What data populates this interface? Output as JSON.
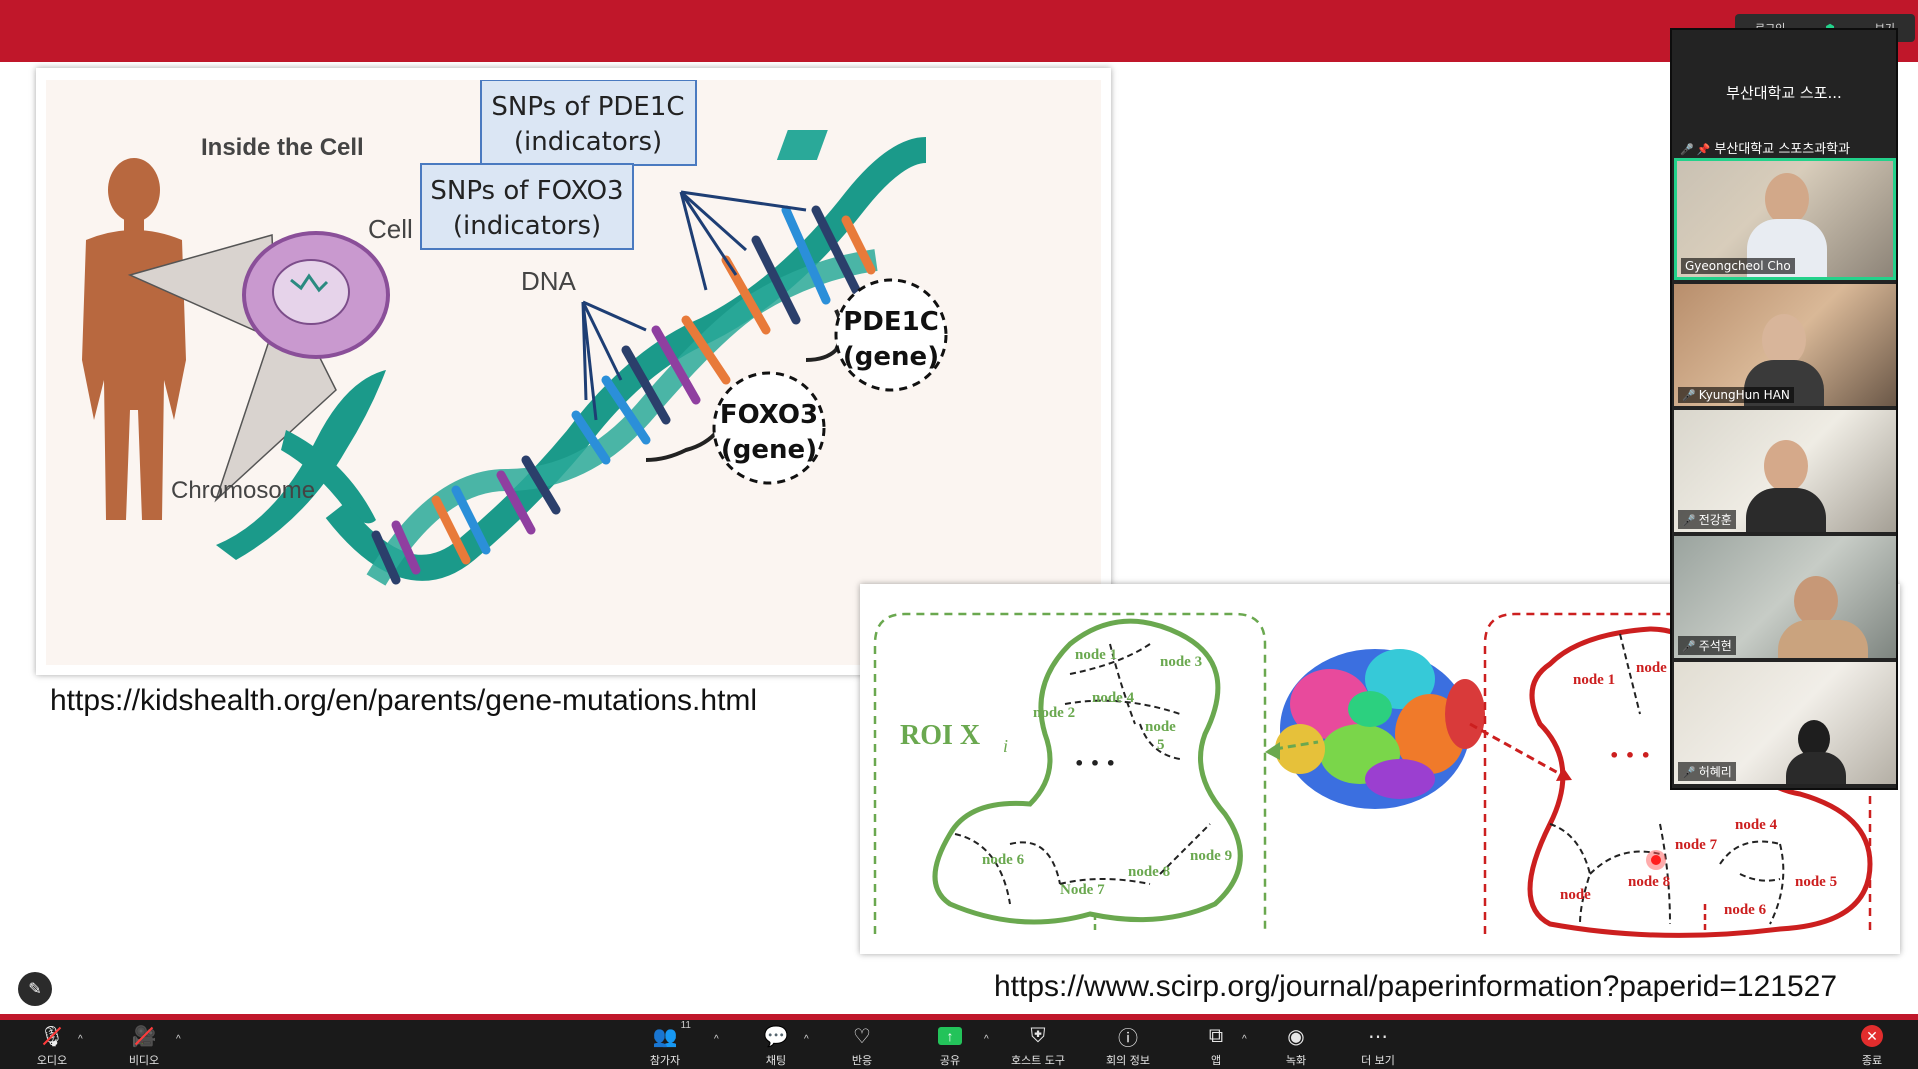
{
  "slide": {
    "figure1": {
      "inside_cell": "Inside the Cell",
      "cell": "Cell",
      "dna": "DNA",
      "chromosome": "Chromosome",
      "snp_pde1c_line1": "SNPs of PDE1C",
      "snp_pde1c_line2": "(indicators)",
      "snp_foxo3_line1": "SNPs of FOXO3",
      "snp_foxo3_line2": "(indicators)",
      "pde1c_gene_line1": "PDE1C",
      "pde1c_gene_line2": "(gene)",
      "foxo3_gene_line1": "FOXO3",
      "foxo3_gene_line2": "(gene)"
    },
    "url1": "https://kidshealth.org/en/parents/gene-mutations.html",
    "figure2": {
      "roi_label": "ROI X",
      "roi_sub": "i",
      "ellipsis": "• • •",
      "left_nodes": [
        "node 1",
        "node 2",
        "node 3",
        "node 4",
        "node",
        "5",
        "node 6",
        "Node 7",
        "node 8",
        "node 9"
      ],
      "right_nodes": [
        "node 1",
        "node",
        "node 4",
        "node 7",
        "node 8",
        "node 5",
        "node 6",
        "node"
      ]
    },
    "url2": "https://www.scirp.org/journal/paperinformation?paperid=121527"
  },
  "panel": {
    "header_left": "로그인",
    "header_right": "보기",
    "title": "부산대학교 스포...",
    "pinned_name": "부산대학교 스포츠과학과",
    "participants": [
      {
        "name": "Gyeongcheol Cho",
        "active": true,
        "muted": false
      },
      {
        "name": "KyungHun HAN",
        "active": false,
        "muted": true
      },
      {
        "name": "전강훈",
        "active": false,
        "muted": true
      },
      {
        "name": "주석현",
        "active": false,
        "muted": true
      },
      {
        "name": "허혜리",
        "active": false,
        "muted": true
      }
    ]
  },
  "toolbar": {
    "audio": "오디오",
    "video": "비디오",
    "participants": "참가자",
    "participants_count": "11",
    "chat": "채팅",
    "reactions": "반응",
    "share": "공유",
    "host_tools": "호스트 도구",
    "meeting_info": "회의 정보",
    "apps": "앱",
    "record": "녹화",
    "more": "더 보기",
    "end": "종료"
  },
  "colors": {
    "accent_red": "#c0172a",
    "toolbar_bg": "#1a1a1a",
    "dna_teal": "#1b9a8a",
    "person_brown": "#b8683f",
    "roi_green": "#6aa84f",
    "roi_red": "#cc1f1f",
    "active_tile": "#23d18b"
  }
}
